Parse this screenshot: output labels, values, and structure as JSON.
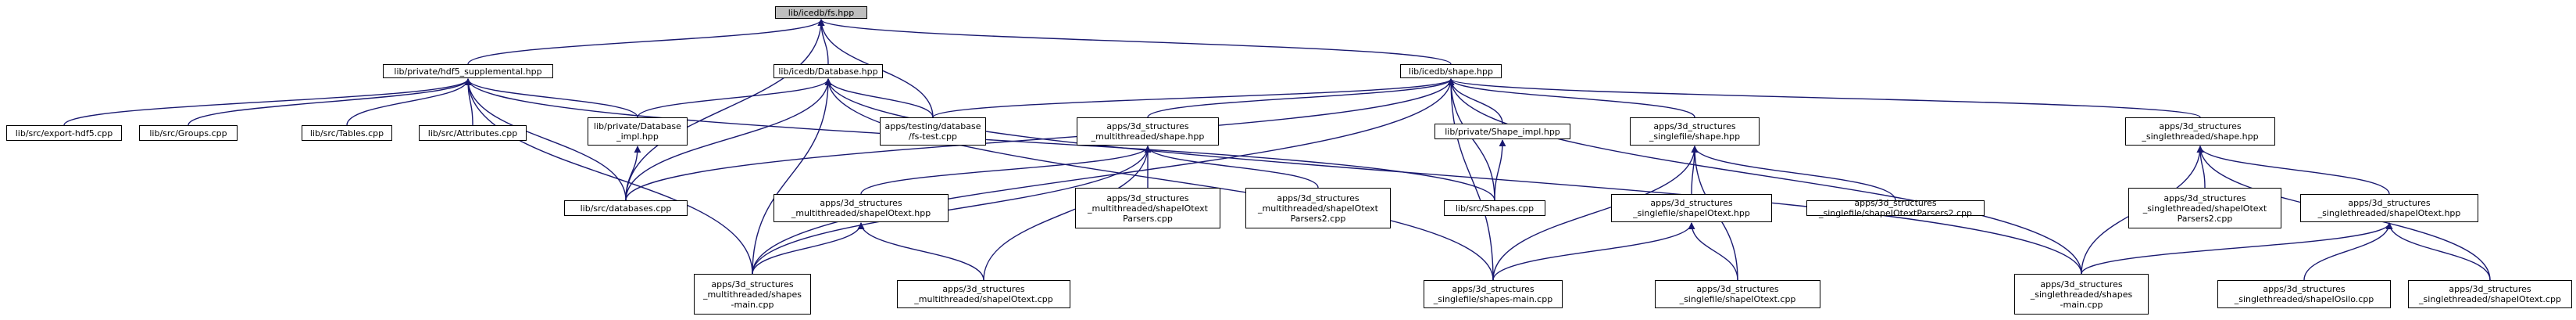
{
  "diagram": {
    "type": "include-dependency-graph",
    "edge_color": "#191970",
    "root_fill": "#bfbfbf",
    "node_fill": "#ffffff",
    "nodes": [
      {
        "id": "fs_hpp",
        "lines": [
          "lib/icedb/fs.hpp"
        ],
        "root": true
      },
      {
        "id": "hdf5_supp",
        "lines": [
          "lib/private/hdf5_supplemental.hpp"
        ]
      },
      {
        "id": "database_hpp",
        "lines": [
          "lib/icedb/Database.hpp"
        ]
      },
      {
        "id": "shape_hpp",
        "lines": [
          "lib/icedb/shape.hpp"
        ]
      },
      {
        "id": "export_hdf5",
        "lines": [
          "lib/src/export-hdf5.cpp"
        ]
      },
      {
        "id": "groups_cpp",
        "lines": [
          "lib/src/Groups.cpp"
        ]
      },
      {
        "id": "tables_cpp",
        "lines": [
          "lib/src/Tables.cpp"
        ]
      },
      {
        "id": "attributes_cpp",
        "lines": [
          "lib/src/Attributes.cpp"
        ]
      },
      {
        "id": "database_impl",
        "lines": [
          "lib/private/Database",
          "_impl.hpp"
        ]
      },
      {
        "id": "fs_test",
        "lines": [
          "apps/testing/database",
          "/fs-test.cpp"
        ]
      },
      {
        "id": "mt_shape_hpp",
        "lines": [
          "apps/3d_structures",
          "_multithreaded/shape.hpp"
        ]
      },
      {
        "id": "shape_impl",
        "lines": [
          "lib/private/Shape_impl.hpp"
        ]
      },
      {
        "id": "sf_shape_hpp",
        "lines": [
          "apps/3d_structures",
          "_singlefile/shape.hpp"
        ]
      },
      {
        "id": "st_shape_hpp",
        "lines": [
          "apps/3d_structures",
          "_singlethreaded/shape.hpp"
        ]
      },
      {
        "id": "databases_cpp",
        "lines": [
          "lib/src/databases.cpp"
        ]
      },
      {
        "id": "mt_shapeIOtext_hpp",
        "lines": [
          "apps/3d_structures",
          "_multithreaded/shapeIOtext.hpp"
        ]
      },
      {
        "id": "mt_parsers",
        "lines": [
          "apps/3d_structures",
          "_multithreaded/shapeIOtext",
          "Parsers.cpp"
        ]
      },
      {
        "id": "mt_parsers2",
        "lines": [
          "apps/3d_structures",
          "_multithreaded/shapeIOtext",
          "Parsers2.cpp"
        ]
      },
      {
        "id": "shapes_cpp",
        "lines": [
          "lib/src/Shapes.cpp"
        ]
      },
      {
        "id": "sf_shapeIOtext_hpp",
        "lines": [
          "apps/3d_structures",
          "_singlefile/shapeIOtext.hpp"
        ]
      },
      {
        "id": "sf_parsers2",
        "lines": [
          "apps/3d_structures",
          "_singlefile/shapeIOtextParsers2.cpp"
        ]
      },
      {
        "id": "st_parsers2",
        "lines": [
          "apps/3d_structures",
          "_singlethreaded/shapeIOtext",
          "Parsers2.cpp"
        ]
      },
      {
        "id": "st_shapeIOtext_hpp",
        "lines": [
          "apps/3d_structures",
          "_singlethreaded/shapeIOtext.hpp"
        ]
      },
      {
        "id": "mt_main",
        "lines": [
          "apps/3d_structures",
          "_multithreaded/shapes",
          "-main.cpp"
        ]
      },
      {
        "id": "mt_shapeIOtext_cpp",
        "lines": [
          "apps/3d_structures",
          "_multithreaded/shapeIOtext.cpp"
        ]
      },
      {
        "id": "sf_main",
        "lines": [
          "apps/3d_structures",
          "_singlefile/shapes-main.cpp"
        ]
      },
      {
        "id": "sf_shapeIOtext_cpp",
        "lines": [
          "apps/3d_structures",
          "_singlefile/shapeIOtext.cpp"
        ]
      },
      {
        "id": "st_main",
        "lines": [
          "apps/3d_structures",
          "_singlethreaded/shapes",
          "-main.cpp"
        ]
      },
      {
        "id": "st_shapeIOsilo",
        "lines": [
          "apps/3d_structures",
          "_singlethreaded/shapeIOsilo.cpp"
        ]
      },
      {
        "id": "st_shapeIOtext_cpp",
        "lines": [
          "apps/3d_structures",
          "_singlethreaded/shapeIOtext.cpp"
        ]
      }
    ],
    "edges": [
      [
        "hdf5_supp",
        "fs_hpp"
      ],
      [
        "database_hpp",
        "fs_hpp"
      ],
      [
        "shape_hpp",
        "fs_hpp"
      ],
      [
        "fs_test",
        "fs_hpp"
      ],
      [
        "databases_cpp",
        "fs_hpp"
      ],
      [
        "export_hdf5",
        "hdf5_supp"
      ],
      [
        "groups_cpp",
        "hdf5_supp"
      ],
      [
        "tables_cpp",
        "hdf5_supp"
      ],
      [
        "attributes_cpp",
        "hdf5_supp"
      ],
      [
        "database_impl",
        "hdf5_supp"
      ],
      [
        "databases_cpp",
        "hdf5_supp"
      ],
      [
        "mt_main",
        "hdf5_supp"
      ],
      [
        "shapes_cpp",
        "hdf5_supp"
      ],
      [
        "database_impl",
        "database_hpp"
      ],
      [
        "databases_cpp",
        "database_hpp"
      ],
      [
        "fs_test",
        "database_hpp"
      ],
      [
        "mt_main",
        "database_hpp"
      ],
      [
        "sf_main",
        "database_hpp"
      ],
      [
        "st_main",
        "database_hpp"
      ],
      [
        "fs_test",
        "shape_hpp"
      ],
      [
        "mt_shape_hpp",
        "shape_hpp"
      ],
      [
        "shape_impl",
        "shape_hpp"
      ],
      [
        "sf_shape_hpp",
        "shape_hpp"
      ],
      [
        "st_shape_hpp",
        "shape_hpp"
      ],
      [
        "shapes_cpp",
        "shape_hpp"
      ],
      [
        "databases_cpp",
        "shape_hpp"
      ],
      [
        "sf_main",
        "shape_hpp"
      ],
      [
        "st_main",
        "shape_hpp"
      ],
      [
        "mt_main",
        "shape_hpp"
      ],
      [
        "databases_cpp",
        "database_impl"
      ],
      [
        "mt_shapeIOtext_hpp",
        "mt_shape_hpp"
      ],
      [
        "mt_parsers",
        "mt_shape_hpp"
      ],
      [
        "mt_parsers2",
        "mt_shape_hpp"
      ],
      [
        "mt_main",
        "mt_shape_hpp"
      ],
      [
        "mt_shapeIOtext_cpp",
        "mt_shape_hpp"
      ],
      [
        "shapes_cpp",
        "shape_impl"
      ],
      [
        "sf_shapeIOtext_hpp",
        "sf_shape_hpp"
      ],
      [
        "sf_parsers2",
        "sf_shape_hpp"
      ],
      [
        "sf_main",
        "sf_shape_hpp"
      ],
      [
        "sf_shapeIOtext_cpp",
        "sf_shape_hpp"
      ],
      [
        "st_parsers2",
        "st_shape_hpp"
      ],
      [
        "st_shapeIOtext_hpp",
        "st_shape_hpp"
      ],
      [
        "st_main",
        "st_shape_hpp"
      ],
      [
        "st_shapeIOtext_cpp",
        "st_shape_hpp"
      ],
      [
        "mt_main",
        "mt_shapeIOtext_hpp"
      ],
      [
        "mt_shapeIOtext_cpp",
        "mt_shapeIOtext_hpp"
      ],
      [
        "sf_main",
        "sf_shapeIOtext_hpp"
      ],
      [
        "sf_shapeIOtext_cpp",
        "sf_shapeIOtext_hpp"
      ],
      [
        "st_main",
        "st_shapeIOtext_hpp"
      ],
      [
        "st_shapeIOsilo",
        "st_shapeIOtext_hpp"
      ],
      [
        "st_shapeIOtext_cpp",
        "st_shapeIOtext_hpp"
      ]
    ]
  }
}
